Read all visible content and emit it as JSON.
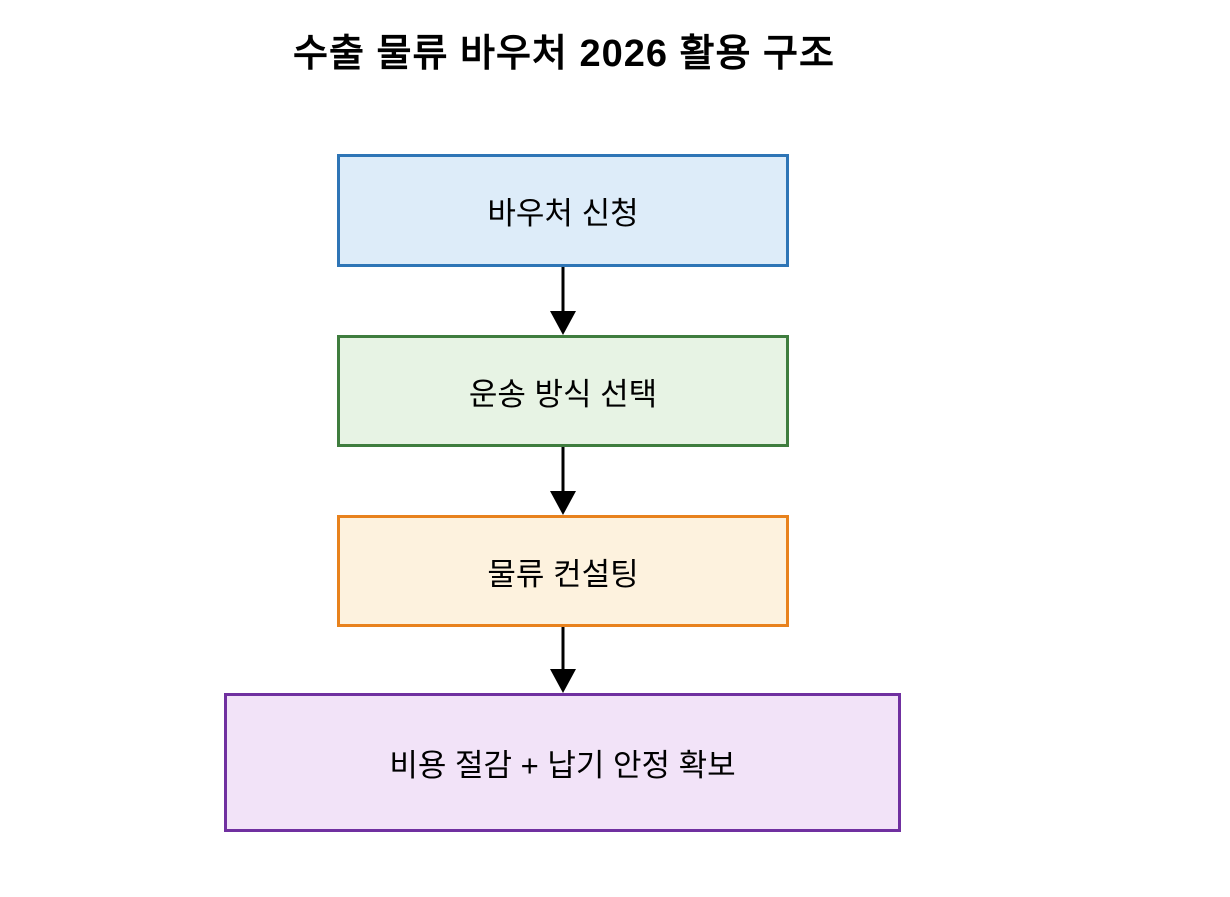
{
  "title": "수출 물류 바우처 2026 활용 구조",
  "flowchart": {
    "direction": "top-down",
    "nodes": [
      {
        "id": "voucher-application",
        "label": "바우처 신청",
        "fill": "#ddecf9",
        "border": "#2e75b6"
      },
      {
        "id": "transport-selection",
        "label": "운송 방식 선택",
        "fill": "#e7f3e4",
        "border": "#3f7d3e"
      },
      {
        "id": "logistics-consulting",
        "label": "물류 컨설팅",
        "fill": "#fdf2de",
        "border": "#e8821d"
      },
      {
        "id": "outcome",
        "label": "비용 절감 + 납기 안정 확보",
        "fill": "#f2e3f8",
        "border": "#7030a0"
      }
    ],
    "edges": [
      {
        "from": "voucher-application",
        "to": "transport-selection"
      },
      {
        "from": "transport-selection",
        "to": "logistics-consulting"
      },
      {
        "from": "logistics-consulting",
        "to": "outcome"
      }
    ],
    "arrow_color": "#000000",
    "text_color": "#000000"
  }
}
